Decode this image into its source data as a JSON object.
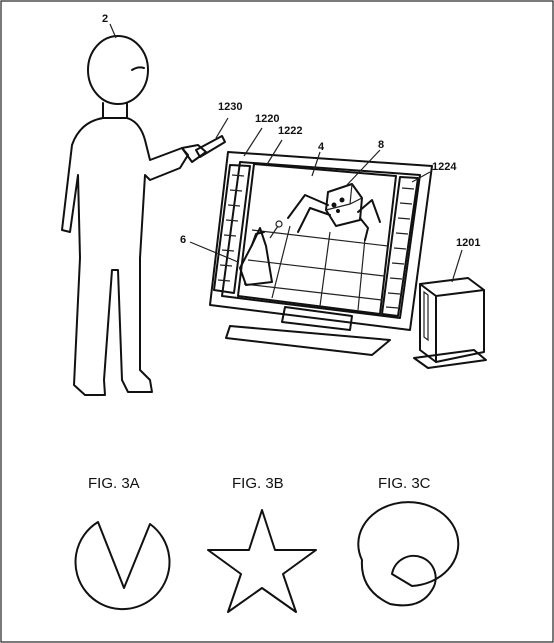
{
  "labels": {
    "user": "2",
    "controller": "1230",
    "display": "1220",
    "screen": "1222",
    "game_area": "4",
    "enemy": "8",
    "speaker": "1224",
    "player_character": "6",
    "console": "1201"
  },
  "figures": {
    "fig_3a": "FIG. 3A",
    "fig_3b": "FIG. 3B",
    "fig_3c": "FIG. 3C"
  }
}
